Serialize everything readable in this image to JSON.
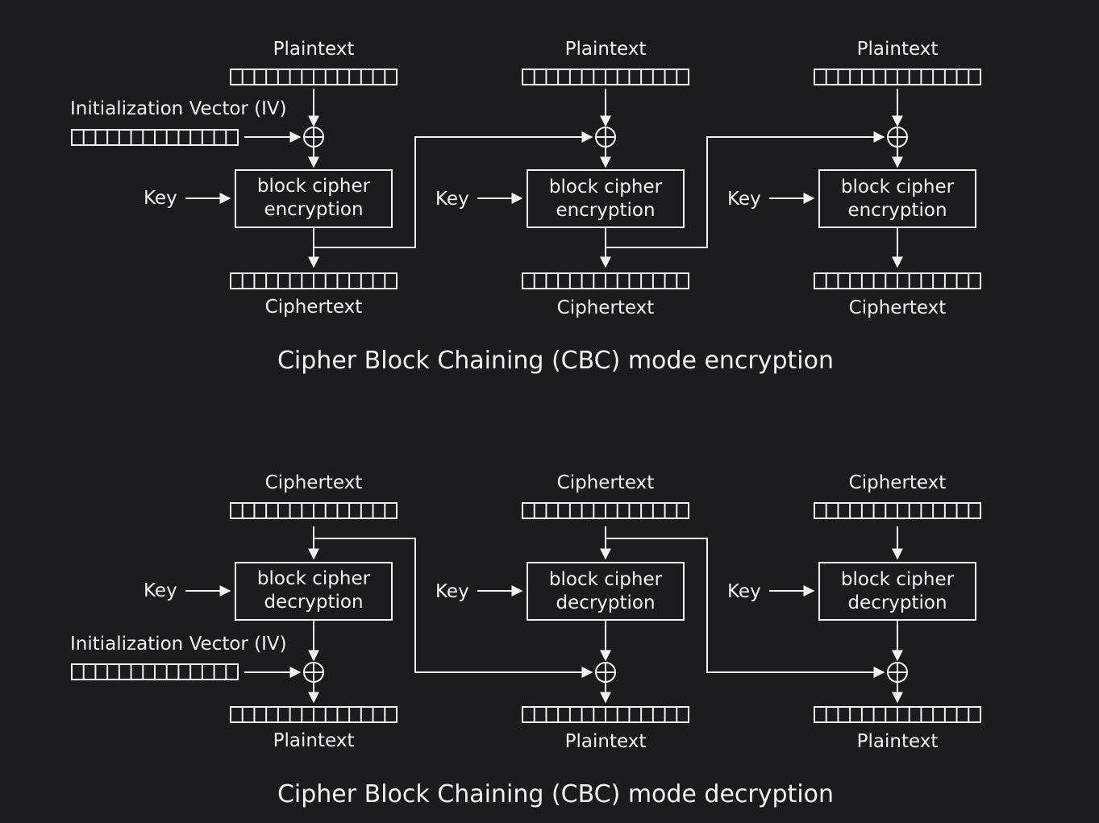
{
  "colors": {
    "background": "#1c1c1e",
    "stroke": "#f2f2f2",
    "text": "#f2f2f2"
  },
  "encryption": {
    "caption": "Cipher Block Chaining (CBC) mode encryption",
    "iv_label": "Initialization Vector (IV)",
    "stages": [
      {
        "input_label": "Plaintext",
        "key_label": "Key",
        "box_line1": "block cipher",
        "box_line2": "encryption",
        "output_label": "Ciphertext"
      },
      {
        "input_label": "Plaintext",
        "key_label": "Key",
        "box_line1": "block cipher",
        "box_line2": "encryption",
        "output_label": "Ciphertext"
      },
      {
        "input_label": "Plaintext",
        "key_label": "Key",
        "box_line1": "block cipher",
        "box_line2": "encryption",
        "output_label": "Ciphertext"
      }
    ]
  },
  "decryption": {
    "caption": "Cipher Block Chaining (CBC) mode decryption",
    "iv_label": "Initialization Vector (IV)",
    "stages": [
      {
        "input_label": "Ciphertext",
        "key_label": "Key",
        "box_line1": "block cipher",
        "box_line2": "decryption",
        "output_label": "Plaintext"
      },
      {
        "input_label": "Ciphertext",
        "key_label": "Key",
        "box_line1": "block cipher",
        "box_line2": "decryption",
        "output_label": "Plaintext"
      },
      {
        "input_label": "Ciphertext",
        "key_label": "Key",
        "box_line1": "block cipher",
        "box_line2": "decryption",
        "output_label": "Plaintext"
      }
    ]
  }
}
